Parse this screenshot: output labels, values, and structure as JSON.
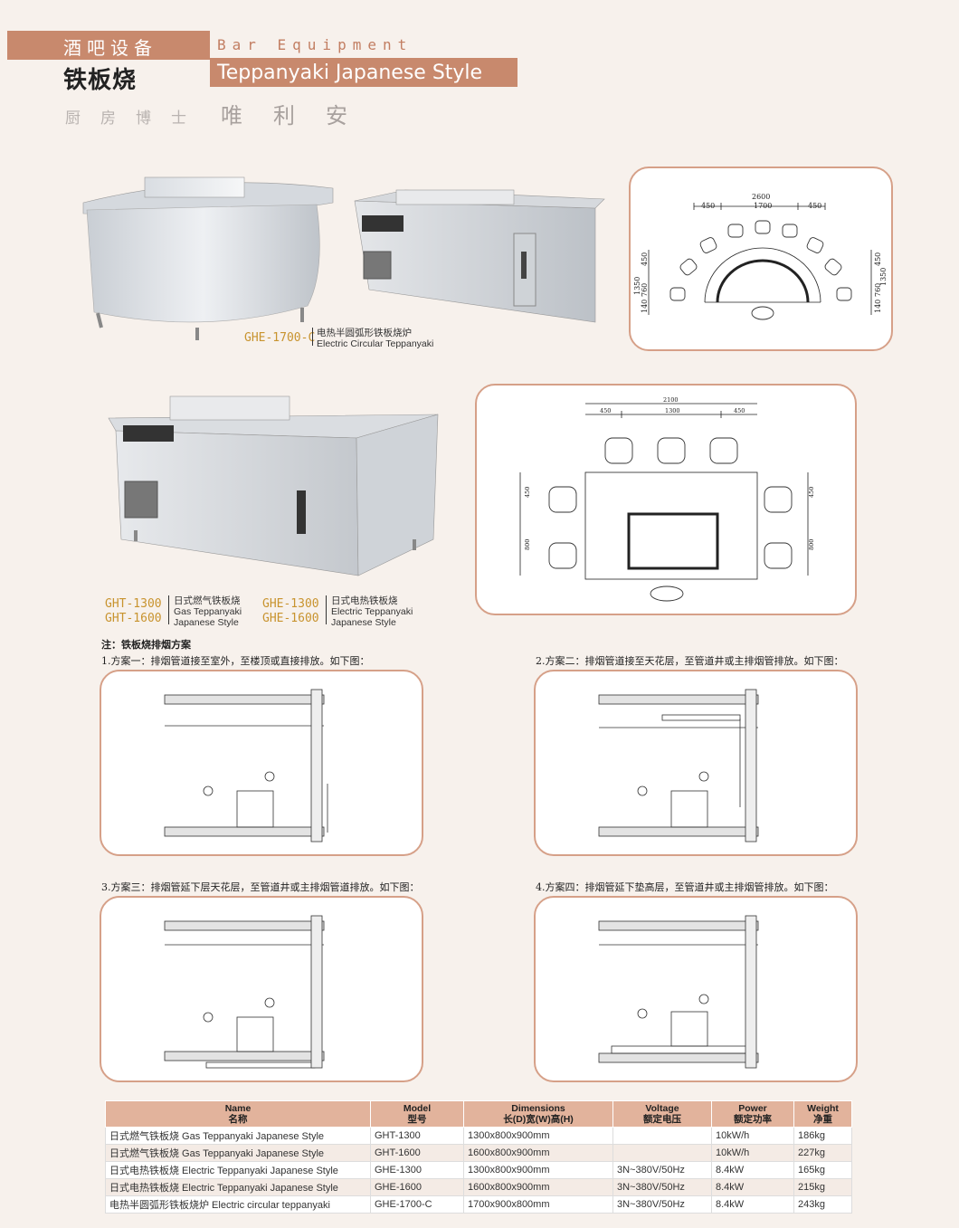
{
  "header": {
    "cn_category": "酒吧设备",
    "en_category": "Bar Equipment",
    "cn_title": "铁板烧",
    "en_title": "Teppanyaki Japanese Style",
    "brand_left": "厨房博士",
    "brand_right": "唯利安"
  },
  "captions": {
    "circular": {
      "code": "GHE-1700-C",
      "cn": "电热半圆弧形铁板烧炉",
      "en": "Electric Circular Teppanyaki"
    },
    "gas": {
      "code1": "GHT-1300",
      "code2": "GHT-1600",
      "cn": "日式燃气铁板烧",
      "en1": "Gas Teppanyaki",
      "en2": "Japanese Style"
    },
    "elec": {
      "code1": "GHE-1300",
      "code2": "GHE-1600",
      "cn": "日式电热铁板烧",
      "en1": "Electric Teppanyaki",
      "en2": "Japanese Style"
    }
  },
  "drawing1": {
    "total": "2600",
    "mid": "1700",
    "side": "450",
    "h_total": "1350",
    "h1": "450",
    "h2": "760",
    "h3": "140"
  },
  "drawing2": {
    "total": "2100",
    "left": "450",
    "mid": "1300",
    "right": "450",
    "h1": "450",
    "h2": "800"
  },
  "notes": {
    "title": "注：铁板烧排烟方案",
    "plan1": "1.方案一：排烟管道接至室外，至楼顶或直接排放。如下图：",
    "plan2": "2.方案二：排烟管道接至天花层，至管道井或主排烟管排放。如下图：",
    "plan3": "3.方案三：排烟管延下层天花层，至管道井或主排烟管道排放。如下图：",
    "plan4": "4.方案四：排烟管延下垫高层，至管道井或主排烟管排放。如下图："
  },
  "table": {
    "headers": [
      {
        "en": "Name",
        "cn": "名称"
      },
      {
        "en": "Model",
        "cn": "型号"
      },
      {
        "en": "Dimensions",
        "cn": "长(D)宽(W)高(H)"
      },
      {
        "en": "Voltage",
        "cn": "额定电压"
      },
      {
        "en": "Power",
        "cn": "额定功率"
      },
      {
        "en": "Weight",
        "cn": "净重"
      }
    ],
    "rows": [
      [
        "日式燃气铁板烧  Gas Teppanyaki Japanese Style",
        "GHT-1300",
        "1300x800x900mm",
        "",
        "10kW/h",
        "186kg"
      ],
      [
        "日式燃气铁板烧  Gas Teppanyaki Japanese Style",
        "GHT-1600",
        "1600x800x900mm",
        "",
        "10kW/h",
        "227kg"
      ],
      [
        "日式电热铁板烧  Electric Teppanyaki Japanese Style",
        "GHE-1300",
        "1300x800x900mm",
        "3N~380V/50Hz",
        "8.4kW",
        "165kg"
      ],
      [
        "日式电热铁板烧  Electric Teppanyaki Japanese Style",
        "GHE-1600",
        "1600x800x900mm",
        "3N~380V/50Hz",
        "8.4kW",
        "215kg"
      ],
      [
        "电热半圆弧形铁板烧炉  Electric circular teppanyaki",
        "GHE-1700-C",
        "1700x900x800mm",
        "3N~380V/50Hz",
        "8.4kW",
        "243kg"
      ]
    ]
  }
}
